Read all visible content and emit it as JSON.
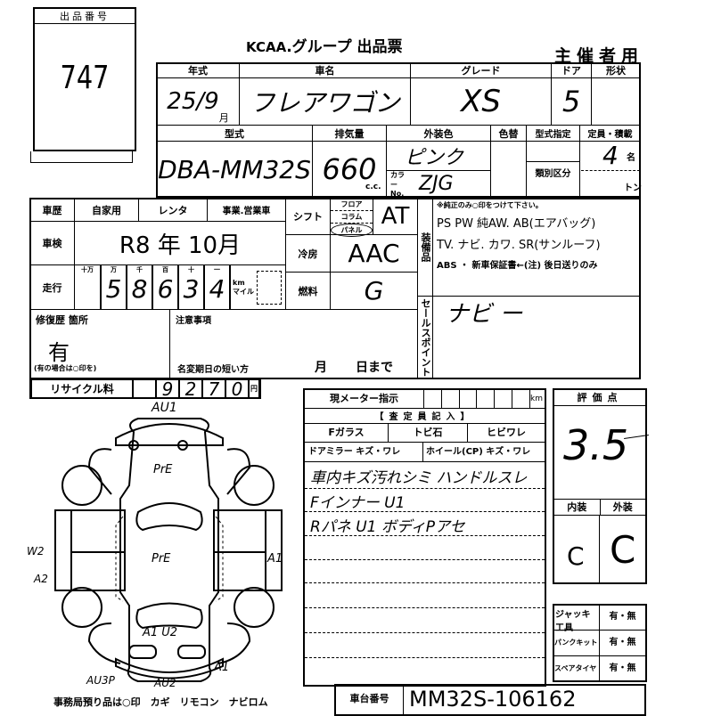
{
  "lot": {
    "label": "出品番号",
    "number": "747"
  },
  "header": {
    "title_brand": "KCAA",
    "title_rest": ".グループ 出品票",
    "organizer": "主催者用"
  },
  "row1": {
    "year_label": "年式",
    "year": "25/9",
    "month_unit": "月",
    "name_label": "車名",
    "name": "フレアワゴン",
    "grade_label": "グレード",
    "grade": "XS",
    "door_label": "ドア",
    "door": "5",
    "shape_label": "形状"
  },
  "row2": {
    "model_label": "型式",
    "model": "DBA-MM32S",
    "disp_label": "排気量",
    "disp": "660",
    "cc": "c.c.",
    "color_label": "外装色",
    "color": "ピンク",
    "color_change_label": "色替",
    "color_no_label": "カラーNo.",
    "color_no": "ZJG",
    "type_desig_label": "型式指定",
    "class_label": "類別区分",
    "capacity_label": "定員・積載",
    "capacity": "4",
    "capacity_unit": "名",
    "load_unit": "トン"
  },
  "history": {
    "label": "車歴",
    "options": [
      "自家用",
      "レンタ",
      "事業.営業車"
    ]
  },
  "inspection": {
    "label": "車検",
    "value": "R8 年 10月"
  },
  "mileage": {
    "label": "走行",
    "units": [
      "十万",
      "万",
      "千",
      "百",
      "十",
      "一"
    ],
    "digits": [
      "",
      "5",
      "8",
      "6",
      "3",
      "4"
    ],
    "km": "km",
    "mile": "マイル"
  },
  "shift": {
    "label": "シフト",
    "options": [
      "フロア",
      "コラム",
      "パネル"
    ],
    "value": "AT"
  },
  "aircon": {
    "label": "冷房",
    "value": "AAC"
  },
  "fuel": {
    "label": "燃料",
    "value": "G"
  },
  "equipment": {
    "label": "装備品",
    "note": "※純正のみ○印をつけて下さい。",
    "line1": "PS PW 純AW. AB(エアバッグ)",
    "line2": "TV. ナビ. カワ. SR(サンルーフ)",
    "line3": "ABS ・ 新車保証書←(注) 後日送りのみ"
  },
  "sales_point": {
    "label": "セールスポイント",
    "value": "ナビ ー"
  },
  "repair": {
    "label": "修復歴 箇所",
    "value": "有",
    "note": "(有の場合は○印を)"
  },
  "caution": {
    "label": "注意事項",
    "expiry_label": "名変期日の短い方",
    "month": "月",
    "day": "日まで"
  },
  "recycle": {
    "label": "リサイクル料",
    "digits": [
      "",
      "9",
      "2",
      "7",
      "0"
    ],
    "unit": "円"
  },
  "meter": {
    "label": "現メーター指示",
    "unit": "km",
    "inspector": "【査定員記入】",
    "fglass": "Fガラス",
    "chip": "トビ石",
    "crack": "ヒビワレ",
    "mirror": "ドアミラー",
    "mirror_opts": "キズ・ワレ",
    "wheel": "ホイール(CP)",
    "wheel_opts": "キズ・ワレ",
    "notes": [
      "車内キズ汚れシミ ハンドルスレ",
      "Fインナー U1",
      "Rパネ U1 ボディPアセ"
    ]
  },
  "score": {
    "label": "評価点",
    "value": "3.5",
    "interior_label": "内装",
    "exterior_label": "外装",
    "interior": "C",
    "exterior": "C"
  },
  "accessories": [
    {
      "label": "ジャッキ工具",
      "value": "有・無"
    },
    {
      "label": "パンクキット",
      "value": "有・無"
    },
    {
      "label": "スペアタイヤ",
      "value": "有・無"
    }
  ],
  "chassis": {
    "label": "車台番号",
    "value": "MM32S-106162"
  },
  "diagram": {
    "marks": [
      "AU1",
      "PrE",
      "PrE",
      "W2",
      "A2",
      "A1",
      "A1 U2",
      "A1",
      "AU3P",
      "AU2"
    ],
    "footer": "事務局預り品は○印　カギ　リモコン　ナビロム"
  }
}
